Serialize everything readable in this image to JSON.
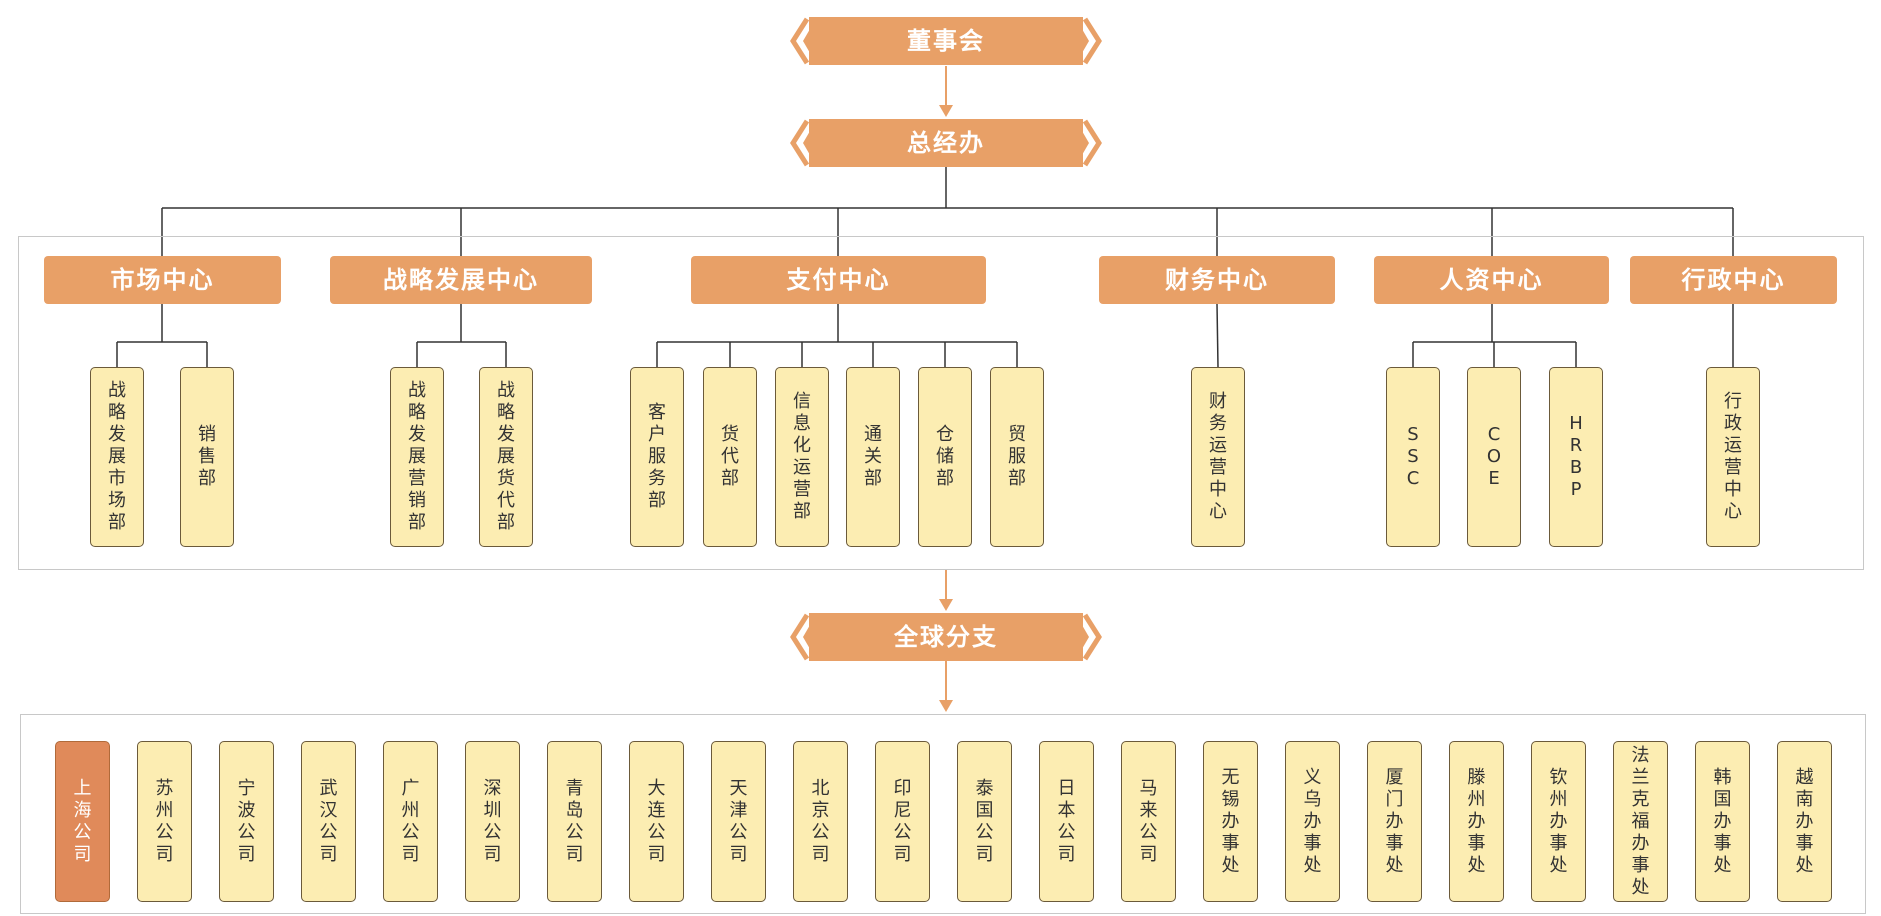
{
  "colors": {
    "accent": "#E8A067",
    "box_fill": "#FCEDB2",
    "box_border": "#6b5a3a",
    "highlight": "#E08A5A",
    "line": "#333333"
  },
  "top": {
    "board": "董事会",
    "office": "总经办",
    "global": "全球分支"
  },
  "centers": [
    {
      "label": "市场中心",
      "depts": [
        "战略发展市场部",
        "销售部"
      ]
    },
    {
      "label": "战略发展中心",
      "depts": [
        "战略发展营销部",
        "战略发展货代部"
      ]
    },
    {
      "label": "支付中心",
      "depts": [
        "客户服务部",
        "货代部",
        "信息化运营部",
        "通关部",
        "仓储部",
        "贸服部"
      ]
    },
    {
      "label": "财务中心",
      "depts": [
        "财务运营中心"
      ]
    },
    {
      "label": "人资中心",
      "depts": [
        "SSC",
        "COE",
        "HRBP"
      ]
    },
    {
      "label": "行政中心",
      "depts": [
        "行政运营中心"
      ]
    }
  ],
  "branches": [
    "上海公司",
    "苏州公司",
    "宁波公司",
    "武汉公司",
    "广州公司",
    "深圳公司",
    "青岛公司",
    "大连公司",
    "天津公司",
    "北京公司",
    "印尼公司",
    "泰国公司",
    "日本公司",
    "马来公司",
    "无锡办事处",
    "义乌办事处",
    "厦门办事处",
    "滕州办事处",
    "钦州办事处",
    "法兰克福办事处",
    "韩国办事处",
    "越南办事处"
  ],
  "highlighted_branch": "上海公司"
}
